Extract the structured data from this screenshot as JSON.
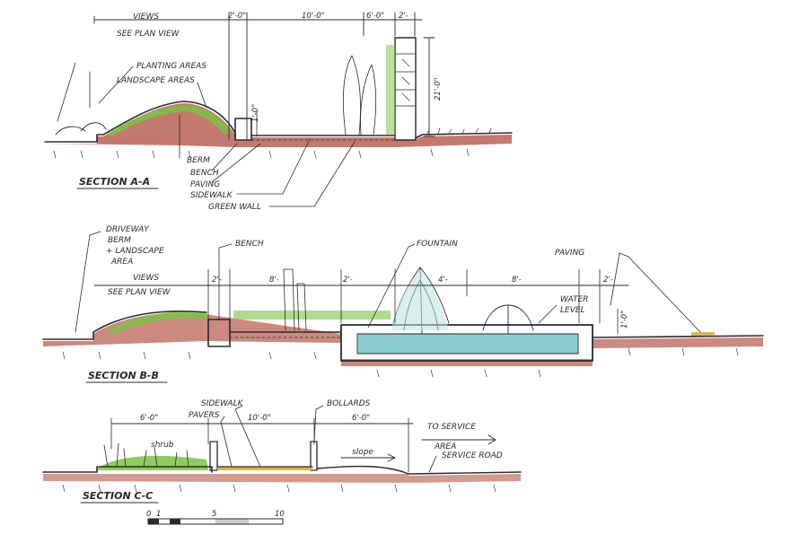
{
  "colors": {
    "ink": "#2a2a2a",
    "soil": "#b5574a",
    "planting": "#7cc243",
    "paving": "#d8b64a",
    "water": "#6fc2c4",
    "water_light": "#b9e3e2"
  },
  "section_a": {
    "title": "SECTION A-A",
    "labels": {
      "views": "VIEWS",
      "see_plan": "SEE PLAN VIEW",
      "planting_areas": "PLANTING AREAS",
      "landscape_areas": "LANDSCAPE AREAS",
      "berm": "BERM",
      "bench": "BENCH",
      "paving": "PAVING",
      "sidewalk": "SIDEWALK",
      "green_wall": "GREEN WALL"
    },
    "dims": [
      "2'-0\"",
      "10'-0\"",
      "6'-0\"",
      "2'-",
      "1'-0\"",
      "21'-0\""
    ]
  },
  "section_b": {
    "title": "SECTION B-B",
    "labels": {
      "driveway": "DRIVEWAY",
      "berm_landscape": [
        "BERM",
        "+ LANDSCAPE",
        "AREA"
      ],
      "bench": "BENCH",
      "fountain": "FOUNTAIN",
      "paving": "PAVING",
      "views": "VIEWS",
      "see_plan": "SEE PLAN VIEW",
      "water_level": [
        "WATER",
        "LEVEL"
      ]
    },
    "dims": [
      "2'-",
      "8'-",
      "2'-",
      "4'-",
      "8'-",
      "2'-",
      "1'-0\""
    ]
  },
  "section_c": {
    "title": "SECTION C-C",
    "labels": {
      "sidewalk": "SIDEWALK",
      "pavers": "PAVERS",
      "bollards": "BOLLARDS",
      "to_service_area": [
        "TO SERVICE",
        "AREA"
      ],
      "slope": "slope",
      "service_road": "SERVICE ROAD",
      "shrub": "shrub"
    },
    "dims": [
      "6'-0\"",
      "10'-0\"",
      "6'-0\""
    ]
  },
  "scale_bar": {
    "ticks": [
      "0",
      "1",
      "5",
      "10"
    ]
  }
}
